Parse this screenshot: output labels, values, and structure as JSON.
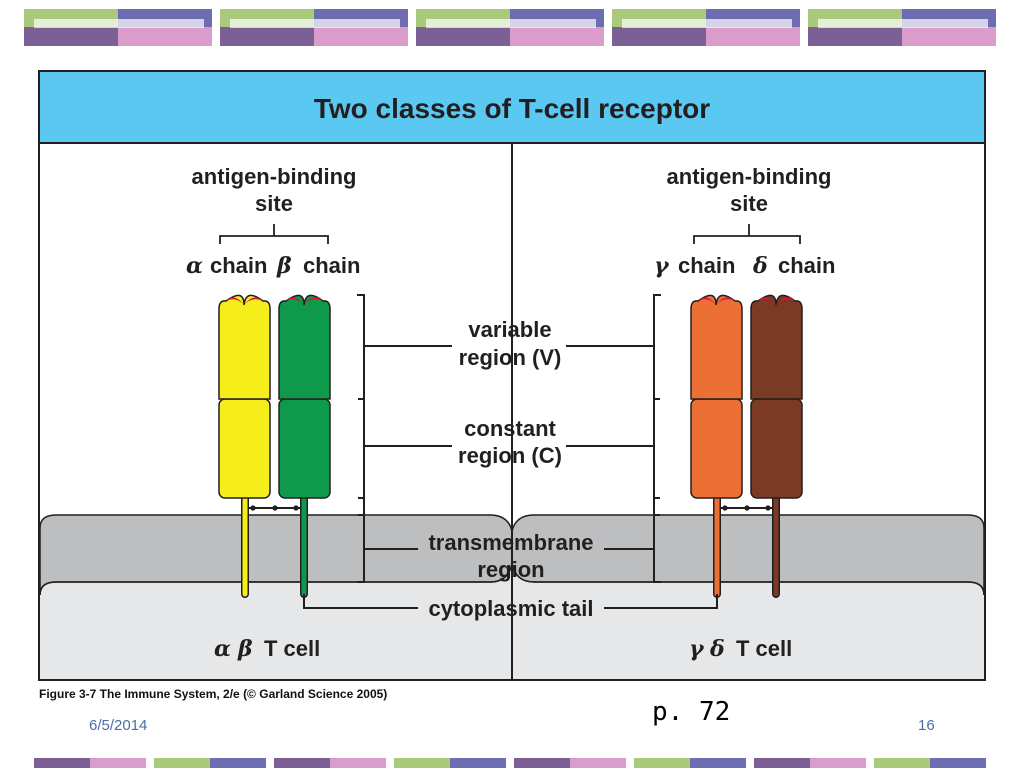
{
  "slide": {
    "title": "Two classes of T-cell receptor",
    "caption": "Figure 3-7  The Immune System, 2/e (© Garland Science 2005)",
    "page_ref": "p. 72",
    "date": "6/5/2014",
    "slide_number": "16"
  },
  "left_receptor": {
    "site_line1": "antigen-binding",
    "site_line2": "site",
    "chain1_symbol": "α",
    "chain1_text": "chain",
    "chain2_symbol": "β",
    "chain2_text": "chain",
    "cell_sym1": "α",
    "cell_sym2": "β",
    "cell_text": "T cell"
  },
  "right_receptor": {
    "site_line1": "antigen-binding",
    "site_line2": "site",
    "chain1_symbol": "γ",
    "chain1_text": "chain",
    "chain2_symbol": "δ",
    "chain2_text": "chain",
    "cell_sym1": "γ",
    "cell_sym2": "δ",
    "cell_text": "T cell"
  },
  "regions": {
    "variable_line1": "variable",
    "variable_line2": "region (V)",
    "constant_line1": "constant",
    "constant_line2": "region (C)",
    "transmembrane_line1": "transmembrane",
    "transmembrane_line2": "region",
    "cytoplasmic": "cytoplasmic tail"
  },
  "colors": {
    "title_bar": "#5bc8f2",
    "alpha_chain": "#f5ee1a",
    "beta_chain": "#0e9a4a",
    "gamma_chain": "#ec7035",
    "delta_chain": "#7a3a24",
    "binding_site": "#d8163a",
    "membrane": "#bcbec0",
    "cytoplasm": "#e6e7e8"
  }
}
